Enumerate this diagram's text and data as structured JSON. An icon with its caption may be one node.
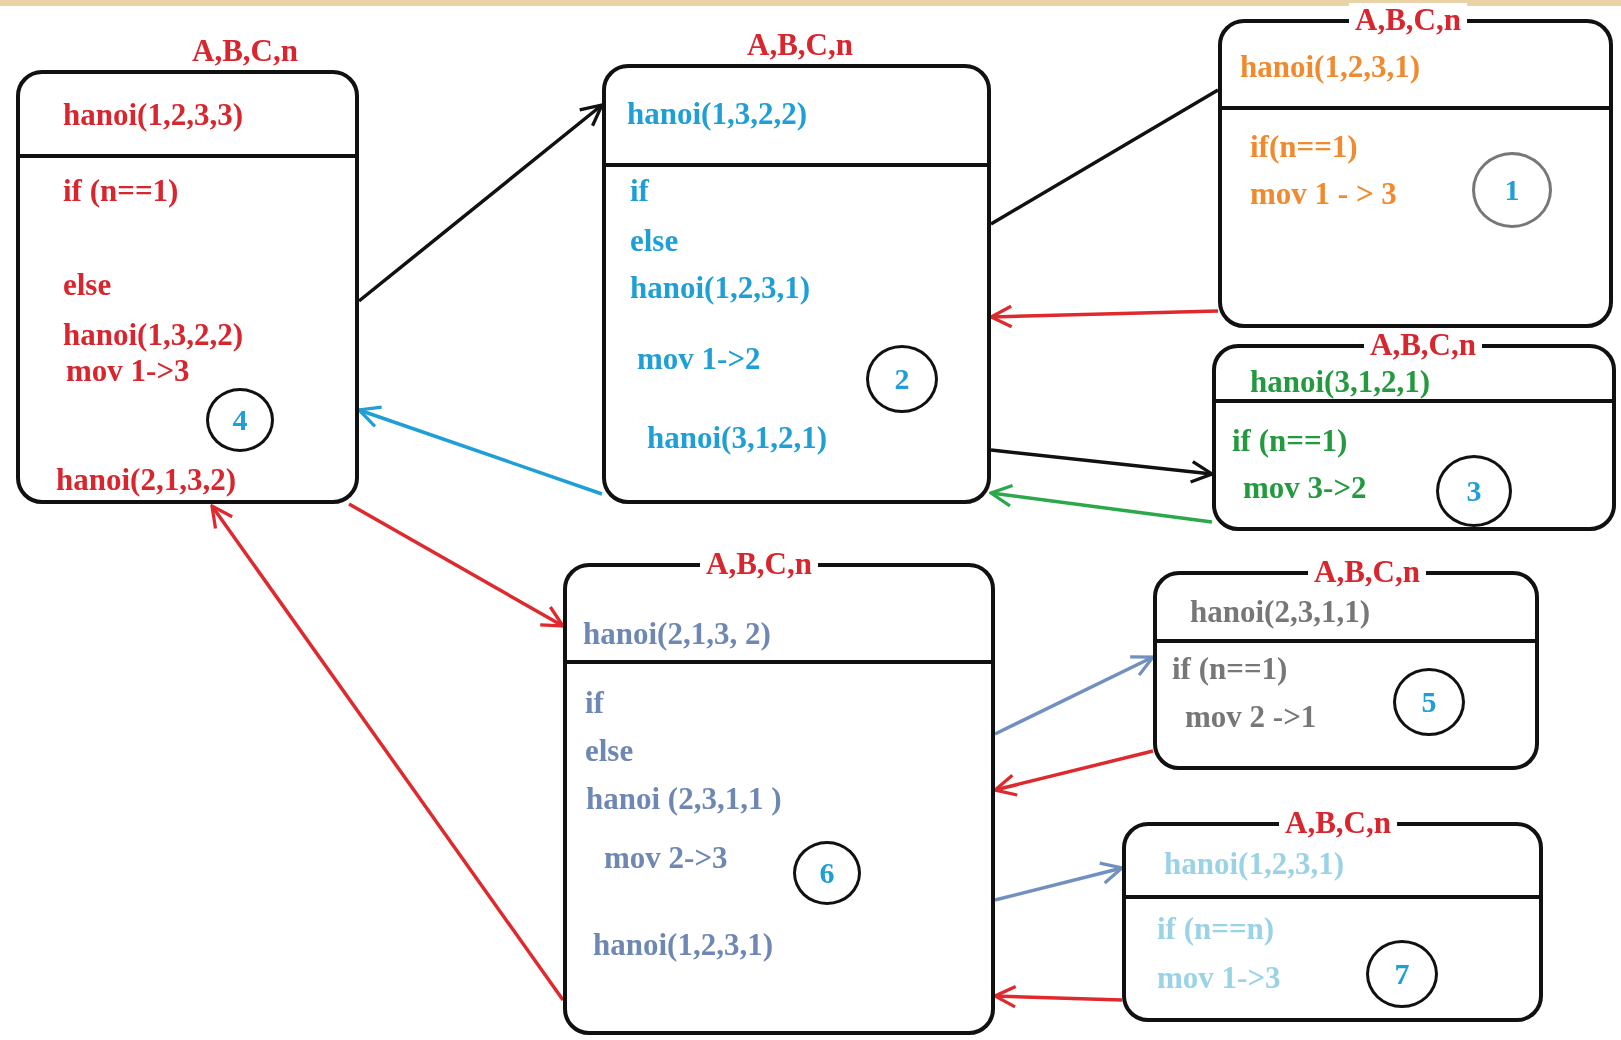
{
  "diagram": {
    "nodes": [
      {
        "text": [
          "A,B,C,n",
          "hanoi(1,2,3,3)",
          "if (n==1)",
          "else",
          "hanoi(1,3,2,2)",
          "mov 1->3",
          "hanoi(2,1,3,2)"
        ]
      },
      {
        "text": [
          "4"
        ],
        "in": 0
      },
      {
        "text": [
          "A,B,C,n",
          "hanoi(1,3,2,2)",
          "if",
          "else",
          "hanoi(1,2,3,1)",
          "mov 1->2",
          "hanoi(3,1,2,1)"
        ]
      },
      {
        "text": [
          "2"
        ],
        "in": 2
      },
      {
        "text": [
          "A,B,C,n",
          "hanoi(1,2,3,1)",
          "if(n==1)",
          "mov 1 - > 3"
        ]
      },
      {
        "text": [
          "1"
        ],
        "in": 4
      },
      {
        "text": [
          "A,B,C,n",
          "hanoi(3,1,2,1)",
          "if (n==1)",
          "mov 3->2"
        ]
      },
      {
        "text": [
          "3"
        ],
        "in": 6
      },
      {
        "text": [
          "A,B,C,n",
          "hanoi(2,1,3, 2)",
          "if",
          "else",
          "hanoi (2,3,1,1 )",
          "mov 2->3",
          "hanoi(1,2,3,1)"
        ]
      },
      {
        "text": [
          "6"
        ],
        "in": 8
      },
      {
        "text": [
          "A,B,C,n",
          "hanoi(2,3,1,1)",
          "if (n==1)",
          "mov 2 ->1"
        ]
      },
      {
        "text": [
          "5"
        ],
        "in": 10
      },
      {
        "text": [
          "A,B,C,n",
          "hanoi(1,2,3,1)",
          "if (n==n)",
          "mov 1->3"
        ]
      },
      {
        "text": [
          "7"
        ],
        "in": 12
      }
    ],
    "edges": [
      {
        "from": 0,
        "to": 2,
        "arrow": "to",
        "color": "#111111"
      },
      {
        "from": 2,
        "to": 4,
        "arrow": "none",
        "color": "#111111"
      },
      {
        "from": 4,
        "to": 2,
        "arrow": "to"
      },
      {
        "from": 2,
        "to": 6,
        "arrow": "to",
        "color": "#111111"
      },
      {
        "from": 6,
        "to": 2,
        "arrow": "to",
        "color": "#2aa84a"
      },
      {
        "from": 2,
        "to": 0,
        "arrow": "to",
        "color": "#1f9fd6"
      },
      {
        "from": 0,
        "to": 8,
        "arrow": "to"
      },
      {
        "from": 8,
        "to": 10,
        "arrow": "to",
        "color": "#7290bf"
      },
      {
        "from": 10,
        "to": 8,
        "arrow": "to"
      },
      {
        "from": 8,
        "to": 12,
        "arrow": "to",
        "color": "#7290bf"
      },
      {
        "from": 12,
        "to": 8,
        "arrow": "to"
      },
      {
        "from": 8,
        "to": 0,
        "arrow": "to"
      }
    ]
  }
}
